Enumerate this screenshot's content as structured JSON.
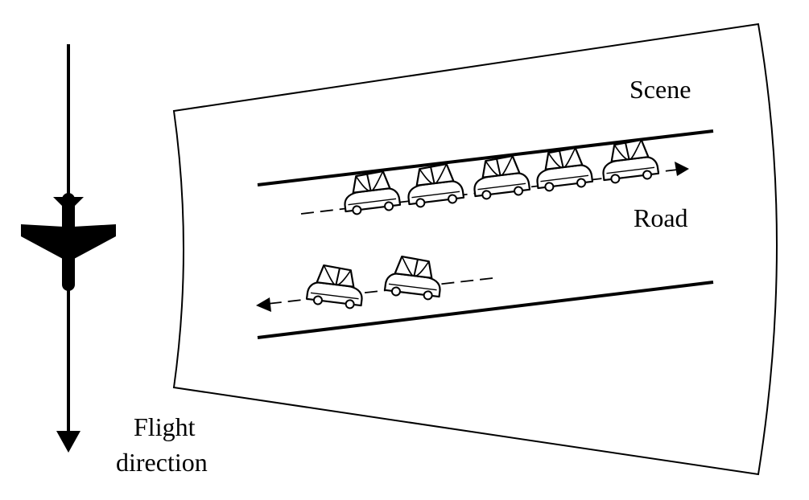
{
  "labels": {
    "scene": "Scene",
    "road": "Road",
    "flight_line1": "Flight",
    "flight_line2": "direction"
  },
  "colors": {
    "ink": "#000000",
    "background": "#ffffff"
  },
  "icons": {
    "aircraft": "airplane-icon",
    "vehicle": "car-icon"
  },
  "lanes": {
    "upper_vehicle_count": 5,
    "lower_vehicle_count": 2
  }
}
